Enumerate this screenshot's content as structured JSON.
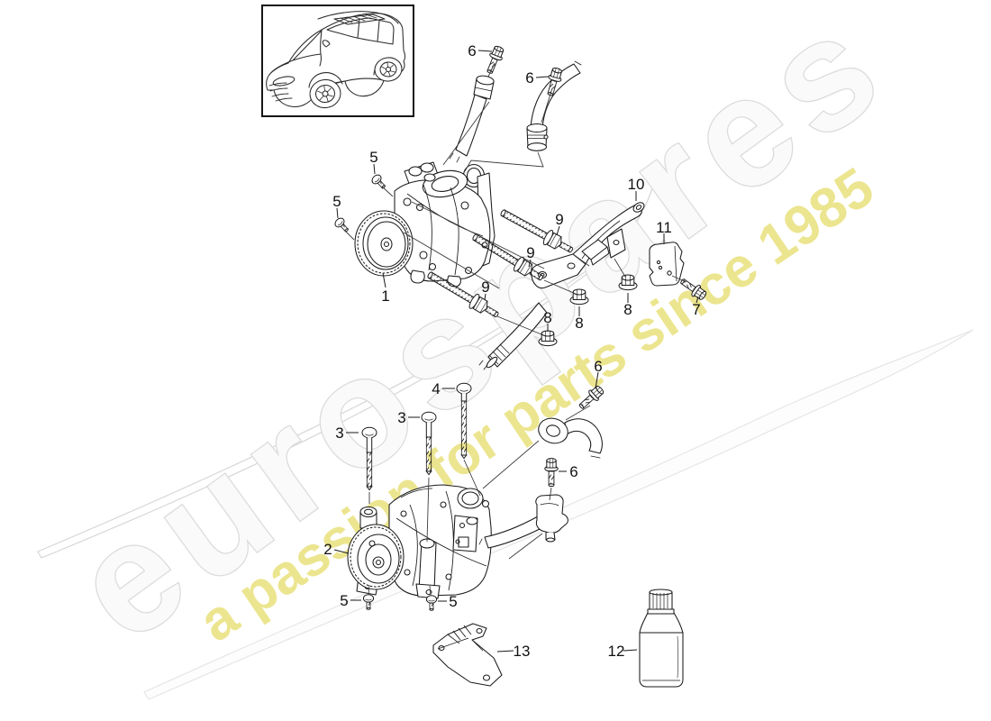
{
  "watermark": {
    "brand": "eurospares",
    "tagline": "a passion for parts since 1985",
    "brand_fill": "#fafafa",
    "brand_outline": "#dcdcdc",
    "tagline_color": "#ebe48a"
  },
  "line_art_color": "#1a1a1a",
  "part_numbers_visible": [
    "1",
    "2",
    "3",
    "4",
    "5",
    "6",
    "7",
    "8",
    "9",
    "10",
    "11",
    "12",
    "13"
  ],
  "callouts": [
    {
      "label": "5"
    },
    {
      "label": "5"
    },
    {
      "label": "1"
    },
    {
      "label": "6"
    },
    {
      "label": "6"
    },
    {
      "label": "9"
    },
    {
      "label": "9"
    },
    {
      "label": "9"
    },
    {
      "label": "10"
    },
    {
      "label": "11"
    },
    {
      "label": "8"
    },
    {
      "label": "8"
    },
    {
      "label": "8"
    },
    {
      "label": "7"
    },
    {
      "label": "6"
    },
    {
      "label": "6"
    },
    {
      "label": "4"
    },
    {
      "label": "3"
    },
    {
      "label": "3"
    },
    {
      "label": "2"
    },
    {
      "label": "5"
    },
    {
      "label": "5"
    },
    {
      "label": "13"
    },
    {
      "label": "12"
    }
  ]
}
